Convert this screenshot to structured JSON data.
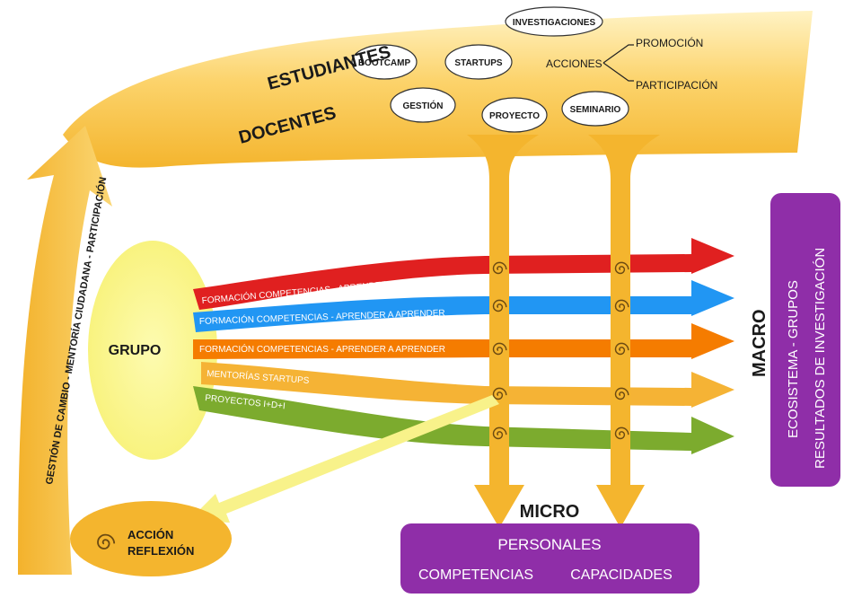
{
  "header": {
    "actors": [
      "ESTUDIANTES",
      "DOCENTES"
    ],
    "bubbles": {
      "investigaciones": "INVESTIGACIONES",
      "bootcamp": "BOOTCAMP",
      "startups": "STARTUPS",
      "gestion": "GESTIÓN",
      "proyecto": "PROYECTO",
      "seminario": "SEMINARIO"
    },
    "acciones": "ACCIONES",
    "promocion": "PROMOCIÓN",
    "participacion": "PARTICIPACIÓN"
  },
  "left_arrow_label": "GESTIÓN DE CAMBIO - MENTORÍA CIUDADANA - PARTICIPACIÓN",
  "grupo": "GRUPO",
  "streams": [
    {
      "label": "FORMACIÓN COMPETENCIAS - APRENDER A APRENDER",
      "color": "#e02020"
    },
    {
      "label": "FORMACIÓN COMPETENCIAS - APRENDER A APRENDER",
      "color": "#2196f3"
    },
    {
      "label": "FORMACIÓN COMPETENCIAS - APRENDER A APRENDER",
      "color": "#f57c00"
    },
    {
      "label": "MENTORÍAS STARTUPS",
      "color": "#f5b335"
    },
    {
      "label": "PROYECTOS   I+D+I",
      "color": "#7cab2e"
    }
  ],
  "accion_reflexion": [
    "ACCIÓN",
    "REFLEXIÓN"
  ],
  "macro": "MACRO",
  "micro": "MICRO",
  "macro_box": [
    "ECOSISTEMA - GRUPOS",
    "RESULTADOS DE INVESTIGACIÓN"
  ],
  "micro_box": {
    "title": "PERSONALES",
    "left": "COMPETENCIAS",
    "right": "CAPACIDADES"
  },
  "colors": {
    "gold": "#f5bb33",
    "gold_light": "#fbe08a",
    "grupo_fill": "#fbf78d",
    "purple": "#8f2ea8"
  }
}
